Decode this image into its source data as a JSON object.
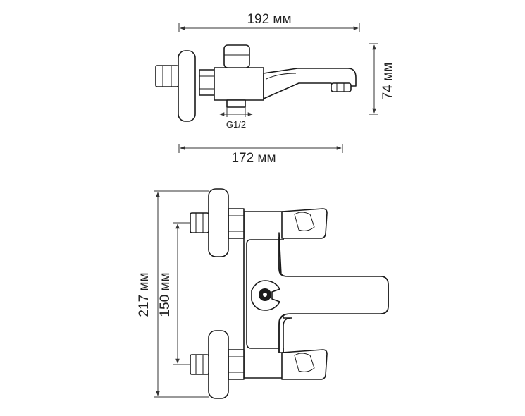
{
  "dimensions": {
    "top_width": "192 мм",
    "top_height": "74 мм",
    "top_base": "172 мм",
    "thread": "G1/2",
    "front_height": "217 мм",
    "front_spacing": "150 мм"
  }
}
